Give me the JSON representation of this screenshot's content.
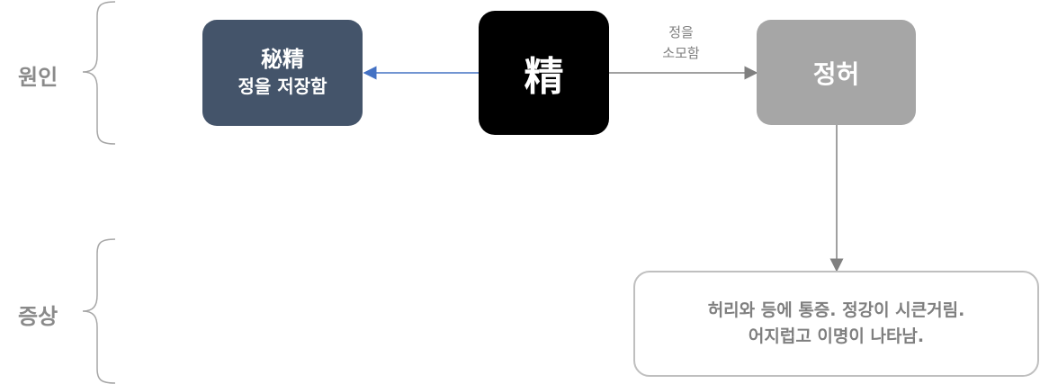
{
  "rows": {
    "cause_label": "원인",
    "symptom_label": "증상"
  },
  "nodes": {
    "bijeong": {
      "title": "秘精",
      "subtitle": "정을 저장함",
      "color": "#44546a"
    },
    "jeong": {
      "title": "精",
      "color": "#000000"
    },
    "jeongheo": {
      "title": "정허",
      "color": "#a6a6a6"
    },
    "symptom": {
      "line1": "허리와 등에 통증. 정강이 시큰거림.",
      "line2": "어지럽고 이명이 나타남."
    }
  },
  "edges": {
    "jeong_to_jeongheo_label_line1": "정을",
    "jeong_to_jeongheo_label_line2": "소모함",
    "blue_arrow_color": "#4472c4",
    "gray_arrow_color": "#808080"
  }
}
